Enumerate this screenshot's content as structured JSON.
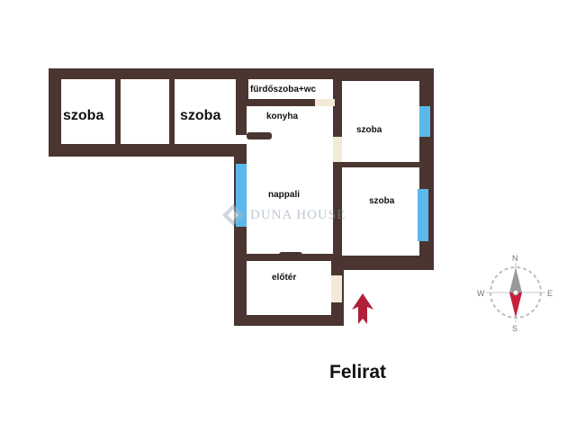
{
  "rooms": {
    "szoba_left_1": "szoba",
    "szoba_left_2": "szoba",
    "bathroom": "fürdőszoba+wc",
    "kitchen": "konyha",
    "szoba_right_top": "szoba",
    "living_room": "nappali",
    "szoba_right_mid": "szoba",
    "hallway": "előtér"
  },
  "caption": "Felirat",
  "watermark": "DUNA HOUSE",
  "compass": {
    "north": "N",
    "south": "S",
    "east": "E",
    "west": "W"
  },
  "colors": {
    "wall": "#4a3530",
    "window": "#5bb8ea",
    "door": "#f3ead8",
    "entrance_arrow": "#b0203a",
    "watermark": "#8a9cb0"
  }
}
